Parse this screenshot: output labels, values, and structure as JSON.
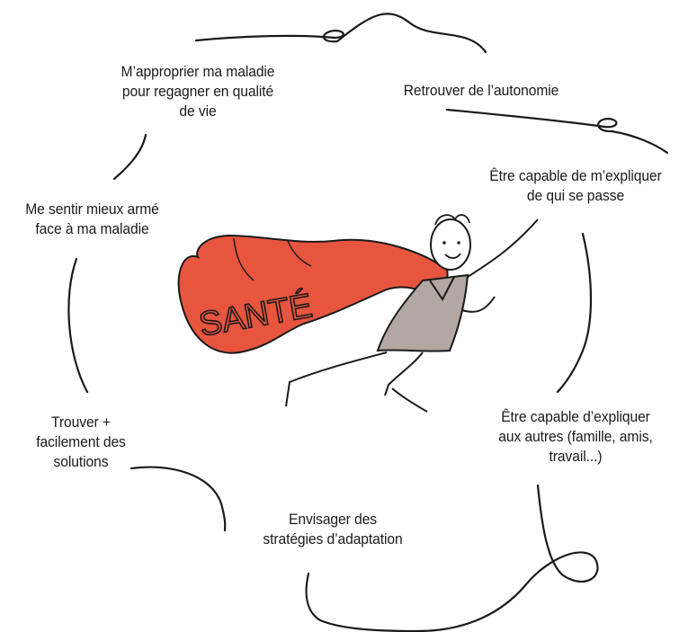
{
  "cycle_steps": [
    {
      "id": "autonomy",
      "lines": [
        "Retrouver de l’autonomie"
      ]
    },
    {
      "id": "explain-self",
      "lines": [
        "Être capable de m’expliquer",
        "de qui se passe"
      ]
    },
    {
      "id": "explain-others",
      "lines": [
        "Être capable d’expliquer",
        "aux autres (famille, amis,",
        "travail...)"
      ]
    },
    {
      "id": "strategies",
      "lines": [
        "Envisager des",
        "stratégies d’adaptation"
      ]
    },
    {
      "id": "solutions",
      "lines": [
        "Trouver +",
        "facilement des",
        "solutions"
      ]
    },
    {
      "id": "armed",
      "lines": [
        "Me sentir mieux armé",
        "face à ma maladie"
      ]
    },
    {
      "id": "ownership",
      "lines": [
        "M’approprier ma maladie",
        "pour regagner en qualité",
        "de vie"
      ]
    }
  ],
  "illustration": {
    "cape_text": "SANTÉ",
    "cape_color": "#e8553f",
    "body_color": "#b3a7a1"
  }
}
